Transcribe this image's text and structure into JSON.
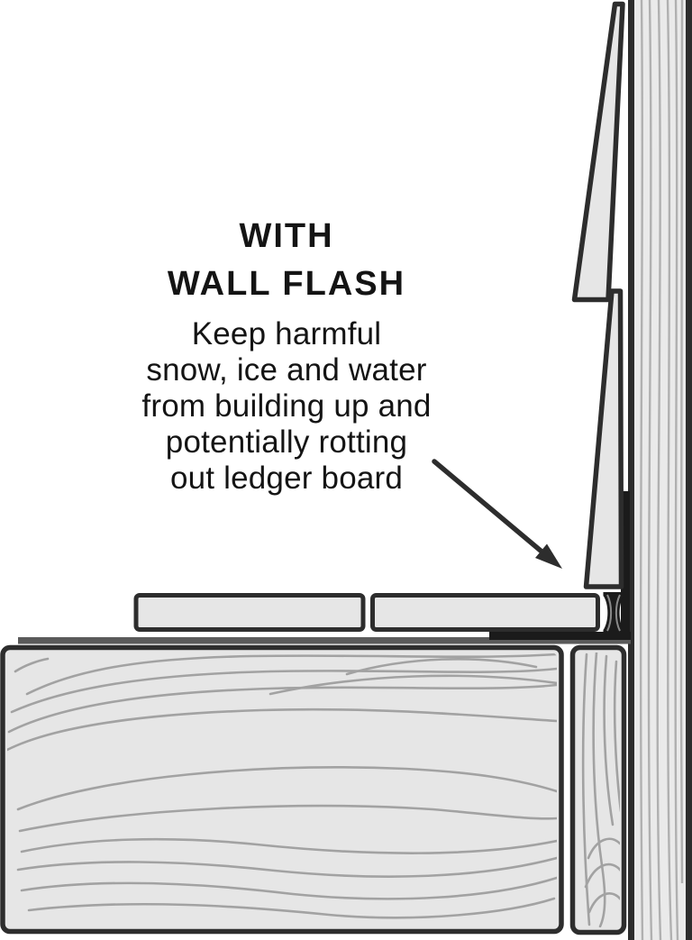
{
  "annotation": {
    "title_lines": [
      "WITH",
      "WALL FLASH"
    ],
    "body_lines": [
      "Keep harmful",
      "snow, ice and water",
      "from building up and",
      "potentially rotting",
      "out ledger board"
    ]
  },
  "diagram": {
    "parts": [
      "exterior-wall",
      "lap-siding-upper",
      "lap-siding-lower",
      "wall-flashing",
      "flashing-drip-spool",
      "deck-board-left",
      "deck-board-right",
      "joist",
      "ledger-board",
      "pointer-arrow"
    ],
    "colors": {
      "outline": "#2d2d2d",
      "wood_fill": "#e6e6e6",
      "wall_fill": "#eaeaea",
      "grain": "#a2a2a2",
      "wall_grain": "#b0b0b0",
      "flashing": "#1b1b1b",
      "strip": "#5a5a5a",
      "text": "#141414",
      "background": "#ffffff"
    }
  }
}
